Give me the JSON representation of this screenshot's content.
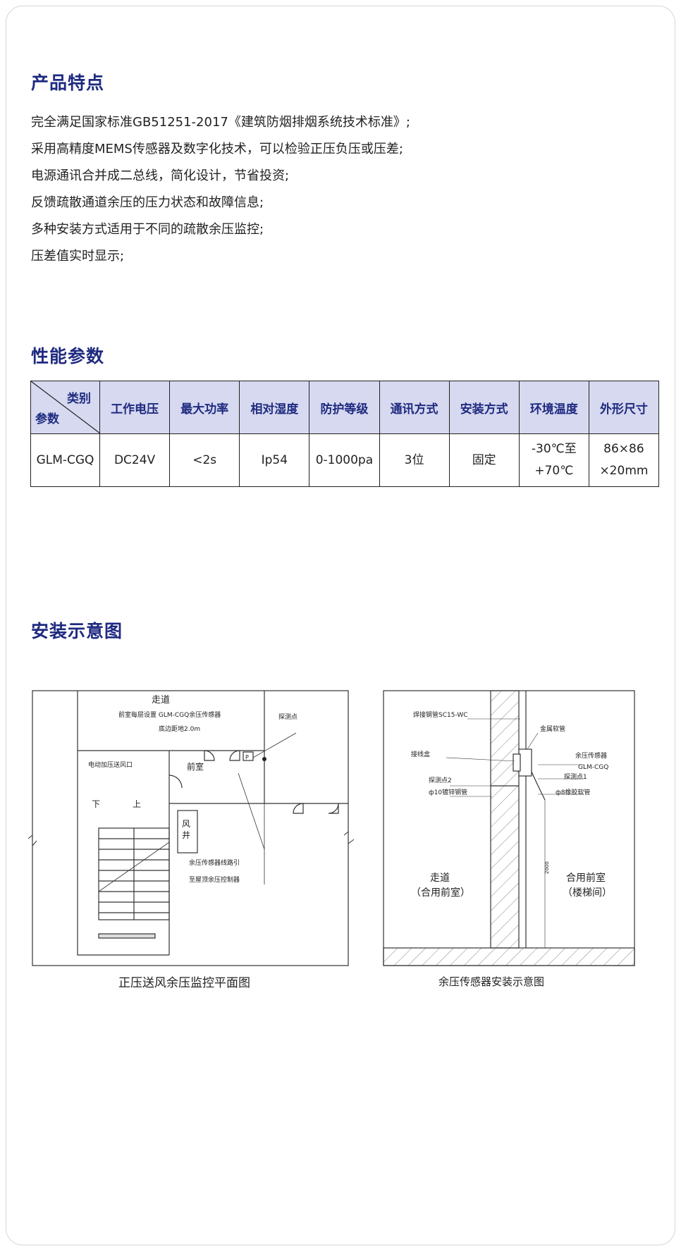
{
  "features": {
    "title": "产品特点",
    "items": [
      "完全满足国家标准GB51251-2017《建筑防烟排烟系统技术标准》;",
      "采用高精度MEMS传感器及数字化技术，可以检验正压负压或压差;",
      "电源通讯合并成二总线，简化设计，节省投资;",
      "反馈疏散通道余压的压力状态和故障信息;",
      "多种安装方式适用于不同的疏散余压监控;",
      "压差值实时显示;"
    ]
  },
  "params": {
    "title": "性能参数",
    "corner_top": "类别",
    "corner_bottom": "参数",
    "headers": [
      "工作电压",
      "最大功率",
      "相对湿度",
      "防护等级",
      "通讯方式",
      "安装方式",
      "环境温度",
      "外形尺寸"
    ],
    "row": {
      "label": "GLM-CGQ",
      "cells": [
        "DC24V",
        "<2s",
        "Ip54",
        "0-1000pa",
        "3位",
        "固定"
      ],
      "temp_line1": "-30℃至",
      "temp_line2": "+70℃",
      "size_line1": "86×86",
      "size_line2": "×20mm"
    }
  },
  "install": {
    "title": "安装示意图",
    "plan": {
      "caption": "正压送风余压监控平面图",
      "corridor": "走道",
      "note1": "前室每层设置 GLM-CGQ余压传感器",
      "note2": "底边距地2.0m",
      "probe": "探测点",
      "p_mark": "P",
      "fan_inlet": "电动加压送风口",
      "anteroom": "前室",
      "down": "下",
      "up": "上",
      "shaft1": "风",
      "shaft2": "井",
      "route1": "余压传感器线路引",
      "route2": "至屋顶余压控制器"
    },
    "section": {
      "caption": "余压传感器安装示意图",
      "pipe": "焊接钢管SC15-WC",
      "hose": "金属软管",
      "junction": "接线盒",
      "sensor": "余压传感器",
      "model": "GLM-CGQ",
      "probe1": "探测点1",
      "probe2": "探测点2",
      "galv": "ф10镀锌钢管",
      "rubber": "ф8橡胶软管",
      "height": "2000",
      "left_room1": "走道",
      "left_room2": "（合用前室）",
      "right_room1": "合用前室",
      "right_room2": "（楼梯间）"
    }
  }
}
